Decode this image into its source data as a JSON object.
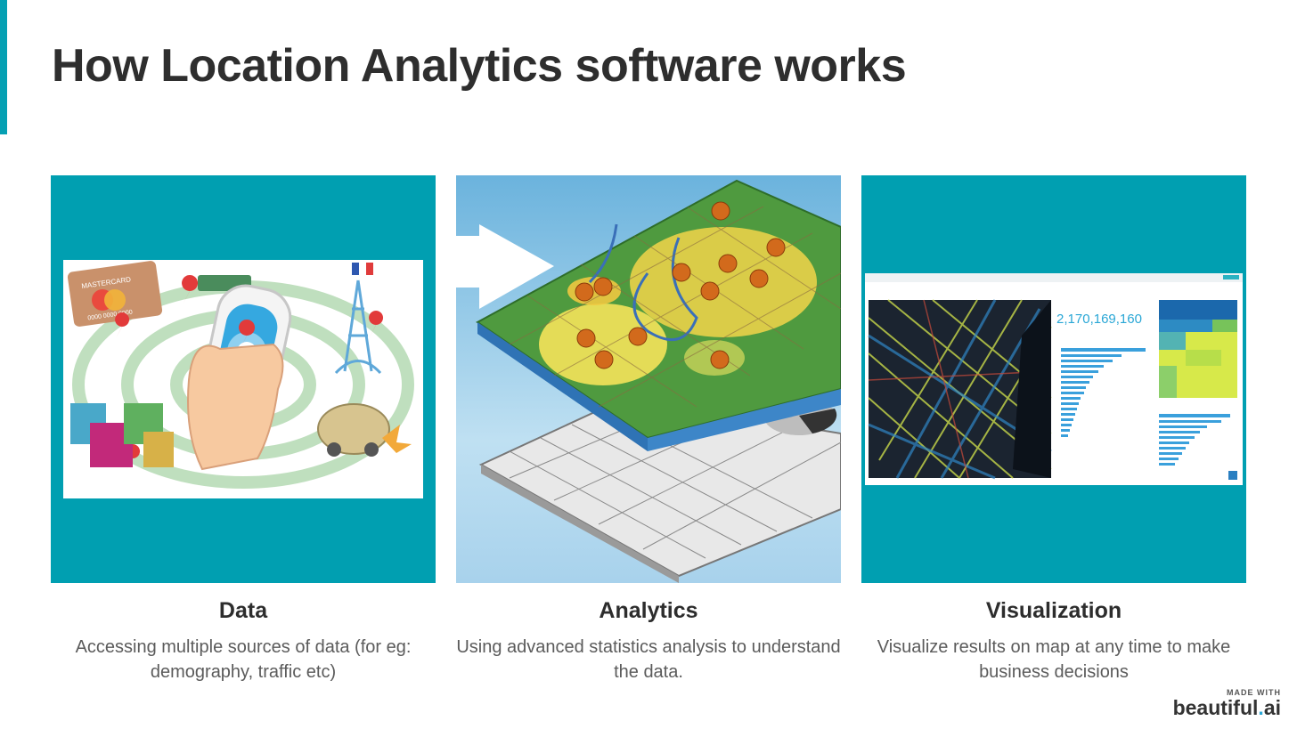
{
  "slide": {
    "title": "How Location Analytics software works"
  },
  "cards": [
    {
      "title": "Data",
      "description": "Accessing multiple sources of data (for eg: demography, traffic etc)",
      "illustration": {
        "card_text": "MASTERCARD",
        "card_number": "0000 0000 0000"
      }
    },
    {
      "title": "Analytics",
      "description": "Using advanced statistics analysis to understand the data."
    },
    {
      "title": "Visualization",
      "description": "Visualize results on map at any time to make business decisions",
      "illustration": {
        "metric": "2,170,169,160"
      }
    }
  ],
  "brand": {
    "made_with": "MADE WITH",
    "name_main": "beautiful",
    "name_dot": ".",
    "name_suffix": "ai"
  },
  "colors": {
    "accent": "#05a0b3",
    "panel": "#009fb1",
    "title": "#2e2e2e",
    "text": "#5b5b5b"
  }
}
